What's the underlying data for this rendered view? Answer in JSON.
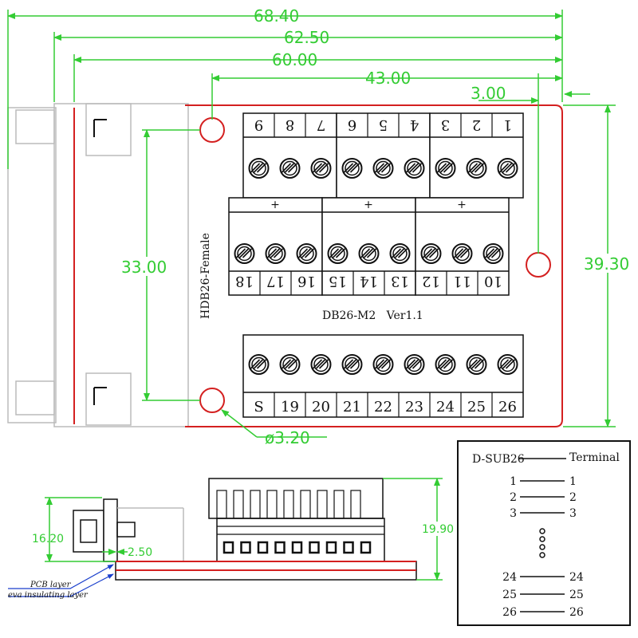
{
  "dimensions": {
    "d1": "68.40",
    "d2": "62.50",
    "d3": "60.00",
    "d4": "43.00",
    "d5": "3.00",
    "height": "39.30",
    "hole_spacing": "33.00",
    "hole_diameter": "ø3.20",
    "side_height": "16.20",
    "side_offset": "2.50",
    "side_total": "19.90"
  },
  "board": {
    "side_label": "HDB26-Female",
    "model_label": "DB26-M2   Ver1.1",
    "top_row_labels": [
      "9",
      "8",
      "7",
      "6",
      "5",
      "4",
      "3",
      "2",
      "1"
    ],
    "middle_row_labels": [
      "18",
      "17",
      "16",
      "15",
      "14",
      "13",
      "12",
      "11",
      "10"
    ],
    "bottom_row_labels": [
      "S",
      "19",
      "20",
      "21",
      "22",
      "23",
      "24",
      "25",
      "26"
    ],
    "plus_marks": [
      "+",
      "+",
      "+"
    ]
  },
  "side_view": {
    "pcb_label": "PCB layer",
    "eva_label": "eva insulating layer"
  },
  "mapping": {
    "left_header": "D-SUB26",
    "right_header": "Terminal",
    "rows": [
      {
        "left": "1",
        "right": "1"
      },
      {
        "left": "2",
        "right": "2"
      },
      {
        "left": "3",
        "right": "3"
      },
      {
        "left": "24",
        "right": "24"
      },
      {
        "left": "25",
        "right": "25"
      },
      {
        "left": "26",
        "right": "26"
      }
    ]
  },
  "colors": {
    "dimension": "#33cc33",
    "outline": "#d42020",
    "ink": "#111111",
    "leader": "#1a3fcc"
  }
}
